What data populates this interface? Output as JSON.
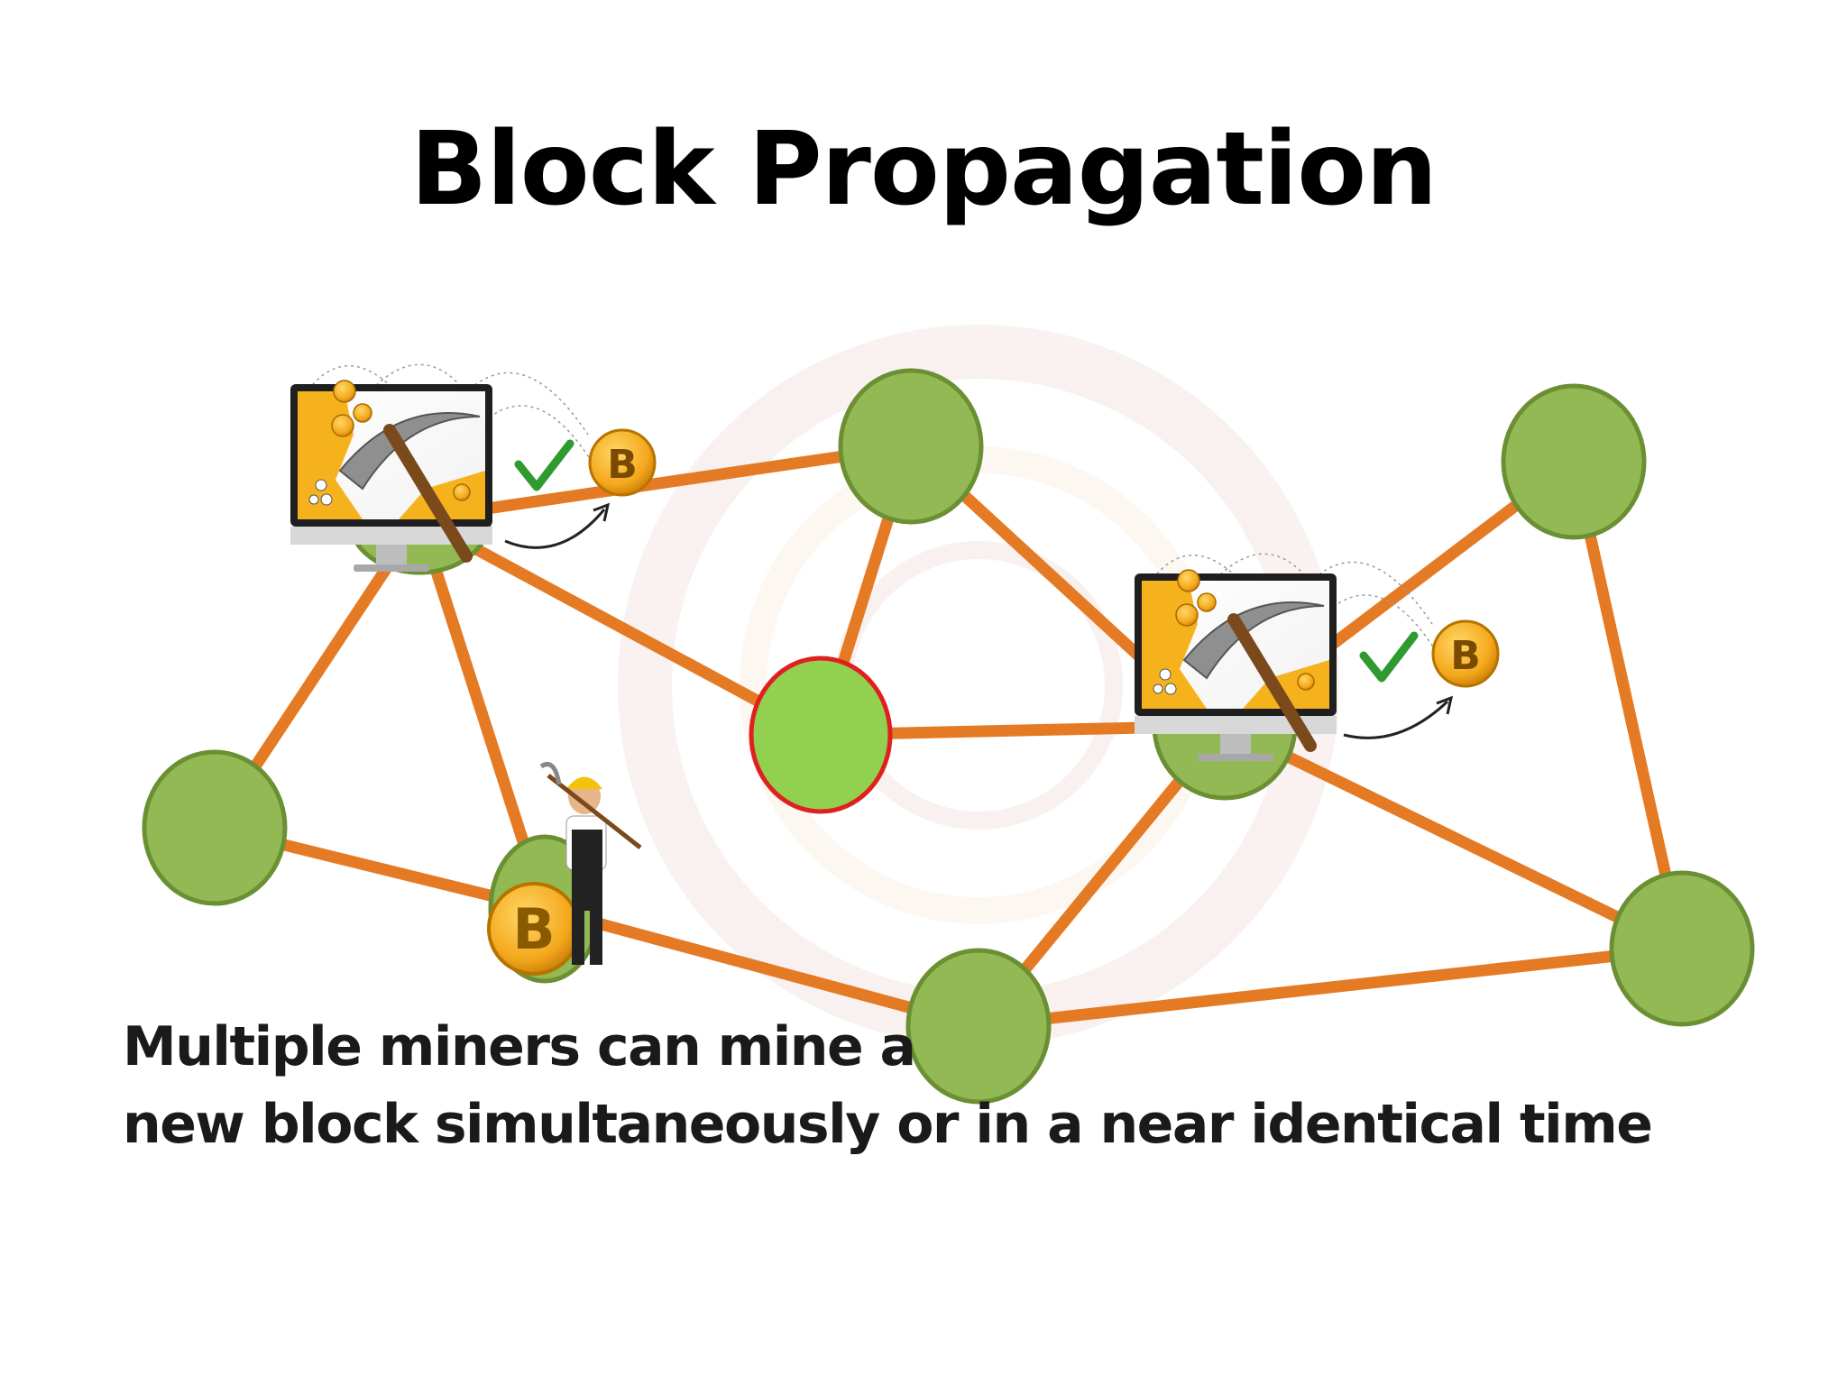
{
  "slide": {
    "title": "Block Propagation",
    "caption": {
      "line1": "Multiple miners can mine a",
      "line2": "new block simultaneously or in a near identical time"
    }
  },
  "colors": {
    "edge": "#e57a25",
    "node_fill": "#93b955",
    "node_stroke": "#6b8f33",
    "highlight_fill": "#92d050",
    "highlight_stroke": "#e02020",
    "coin": "#f4a81c",
    "check": "#2f9a2f"
  },
  "icons": {
    "miner_computer": "mining-computer-icon",
    "pickaxe": "pickaxe-icon",
    "bitcoin": "bitcoin-coin-icon",
    "checkmark": "checkmark-icon",
    "miner_person": "miner-worker-icon"
  }
}
